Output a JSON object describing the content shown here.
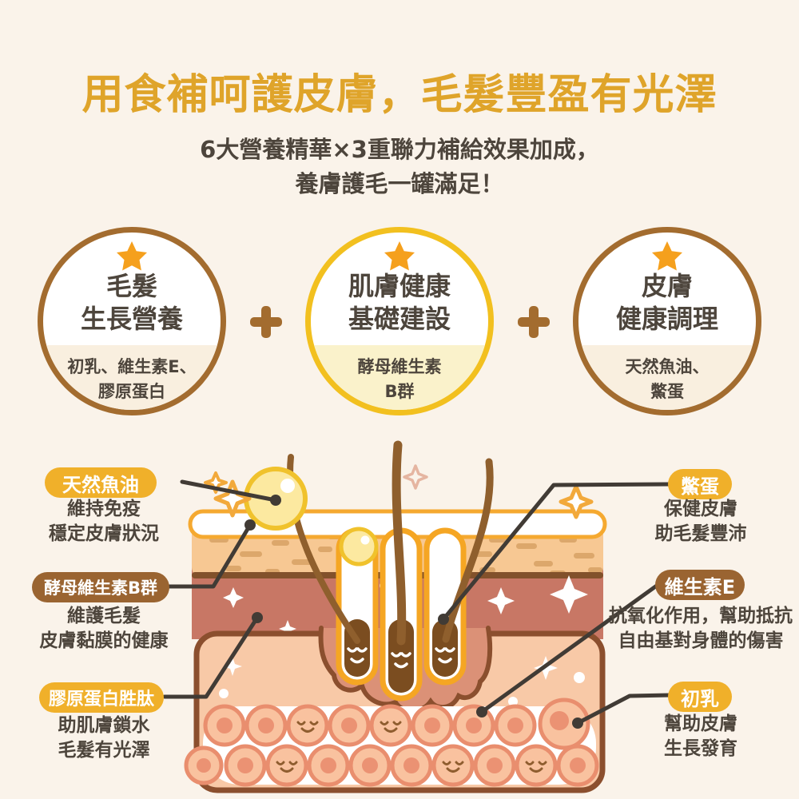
{
  "header": {
    "title": "用食補呵護皮膚，毛髮豐盈有光澤",
    "subtitle_line1": "6大營養精華×3重聯力補給效果加成，",
    "subtitle_line2": "養膚護毛一罐滿足！"
  },
  "benefit_circles": [
    {
      "title_line1": "毛髮",
      "title_line2": "生長營養",
      "subtitle_line1": "初乳、維生素E、",
      "subtitle_line2": "膠原蛋白",
      "border_color": "#A36C2F",
      "bottom_bg": "#F9EFDF"
    },
    {
      "title_line1": "肌膚健康",
      "title_line2": "基礎建設",
      "subtitle_line1": "酵母維生素",
      "subtitle_line2": "B群",
      "border_color": "#F2C01F",
      "bottom_bg": "#FAF2CB"
    },
    {
      "title_line1": "皮膚",
      "title_line2": "健康調理",
      "subtitle_line1": "天然魚油、",
      "subtitle_line2": "鱉蛋",
      "border_color": "#A36C2F",
      "bottom_bg": "#F9EFDF"
    }
  ],
  "callouts": [
    {
      "id": "fish-oil",
      "label": "天然魚油",
      "desc_line1": "維持免疫",
      "desc_line2": "穩定皮膚狀況",
      "pill_color": "#F0B02A"
    },
    {
      "id": "yeast-b",
      "label": "酵母維生素B群",
      "desc_line1": "維護毛髮",
      "desc_line2": "皮膚黏膜的健康",
      "pill_color": "#9A6431"
    },
    {
      "id": "collagen",
      "label": "膠原蛋白胜肽",
      "desc_line1": "助肌膚鎖水",
      "desc_line2": "毛髮有光澤",
      "pill_color": "#F0B02A"
    },
    {
      "id": "turtle-egg",
      "label": "鱉蛋",
      "desc_line1": "保健皮膚",
      "desc_line2": "助毛髮豐沛",
      "pill_color": "#F0B02A"
    },
    {
      "id": "vitamin-e",
      "label": "維生素E",
      "desc_line1": "抗氧化作用，幫助抵抗",
      "desc_line2": "自由基對身體的傷害",
      "pill_color": "#9A6431"
    },
    {
      "id": "colostrum",
      "label": "初乳",
      "desc_line1": "幫助皮膚",
      "desc_line2": "生長發育",
      "pill_color": "#F0B02A"
    }
  ],
  "palette": {
    "background": "#FAF3EA",
    "title_gold": "#DFA42A",
    "text_dark": "#4D453C",
    "brown": "#A36C2F",
    "yellow_border": "#F2C01F",
    "star_orange": "#F5A01D",
    "pill_yellow": "#F0B02A",
    "pill_brown": "#9A6431",
    "callout_line": "#413B35",
    "skin_surface_outline": "#F5A930",
    "epidermis": "#F7C893",
    "dermis": "#C87765",
    "subcutis": "#F8C9A7",
    "follicle_yellow": "#F5A623",
    "hair_brown": "#8F5F2D",
    "bulb_brown": "#7B4D20",
    "cell_fill": "#F9C29F",
    "cell_ring": "#E98E6E"
  }
}
